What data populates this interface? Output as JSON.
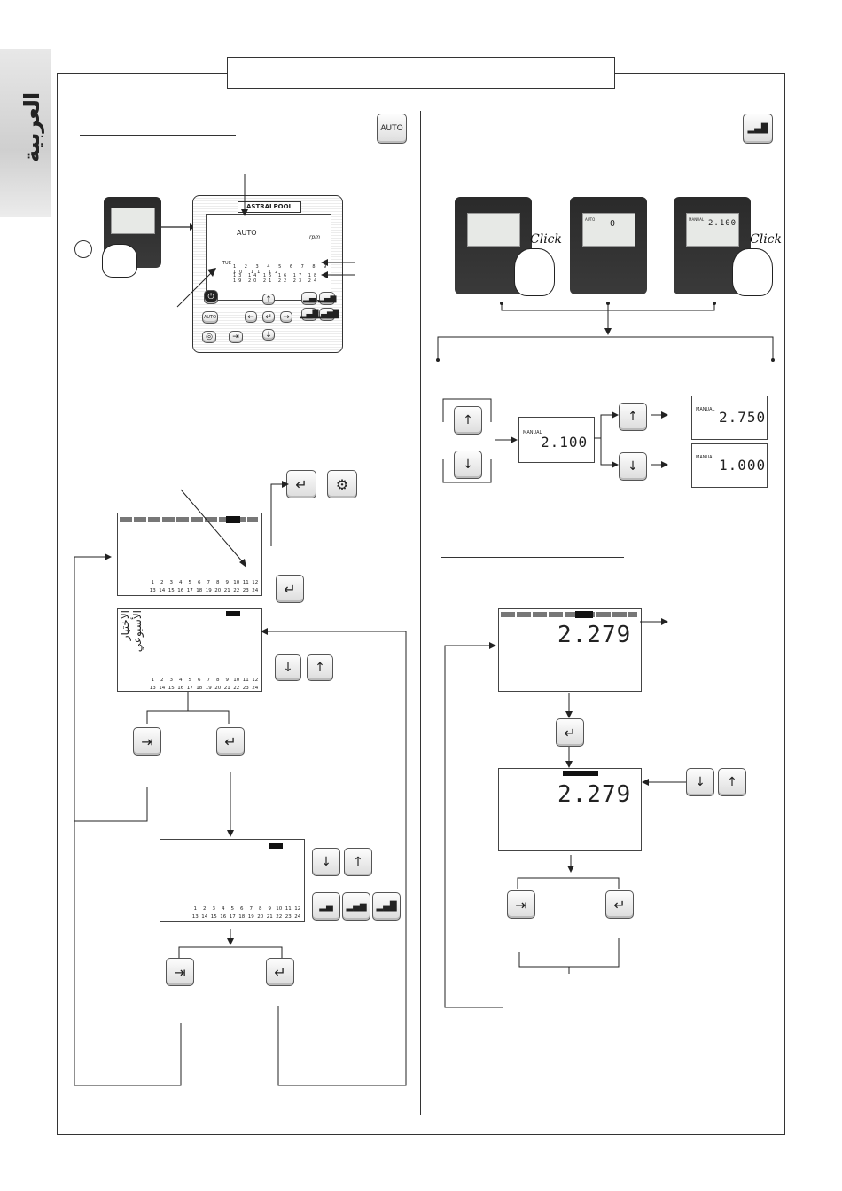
{
  "language_tab": {
    "label": "العربية"
  },
  "title_box": {
    "text": ""
  },
  "left_panel": {
    "auto_key": "AUTO",
    "controller": {
      "brand": "ASTRALPOOL",
      "mode": "AUTO",
      "unit": "rpm",
      "day": "TUE",
      "auto_key": "AUTO"
    },
    "hour_row_1": [
      "1",
      "2",
      "3",
      "4",
      "5",
      "6",
      "7",
      "8",
      "9",
      "10",
      "11",
      "12"
    ],
    "hour_row_2": [
      "13",
      "14",
      "15",
      "16",
      "17",
      "18",
      "19",
      "20",
      "21",
      "22",
      "23",
      "24"
    ],
    "weekly_label": "الاختيار الأسبوعي"
  },
  "right_panel": {
    "click_label": "Click",
    "device_2_value": "0",
    "device_2_mode": "AUTO",
    "device_3_value": "2.100",
    "device_3_mode": "MANUAL",
    "manual_label": "MANUAL",
    "center_value": "2.100",
    "value_up": "2.750",
    "value_down": "1.000",
    "speed_value": "2.279"
  },
  "colors": {
    "frame": "#333333",
    "lcd_dark": "#444444",
    "tab_grey": "#d6d6d6"
  }
}
